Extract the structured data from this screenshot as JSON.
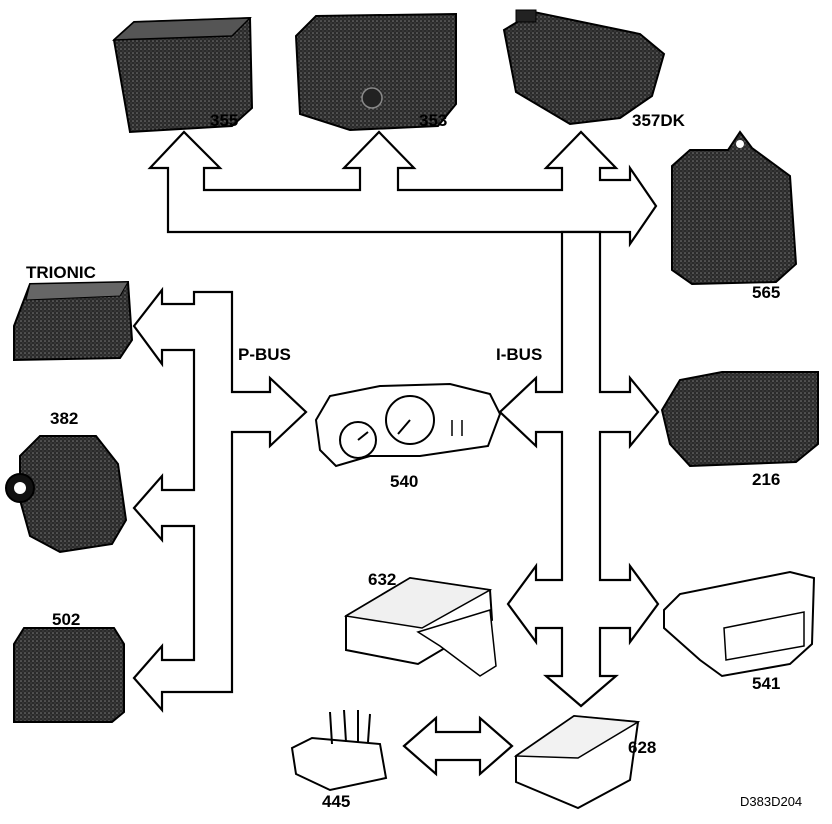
{
  "buses": {
    "p_bus": "P-BUS",
    "i_bus": "I-BUS"
  },
  "modules": {
    "m355": "355",
    "m353": "353",
    "m357dk": "357DK",
    "m565": "565",
    "trionic": "TRIONIC",
    "m382": "382",
    "m502": "502",
    "m540": "540",
    "m216": "216",
    "m632": "632",
    "m541": "541",
    "m628": "628",
    "m445": "445"
  },
  "figure_ref": "D383D204",
  "colors": {
    "ink": "#000000",
    "paper": "#ffffff",
    "module_fill": "#3a3a3a",
    "module_light": "#e8e8e8"
  }
}
